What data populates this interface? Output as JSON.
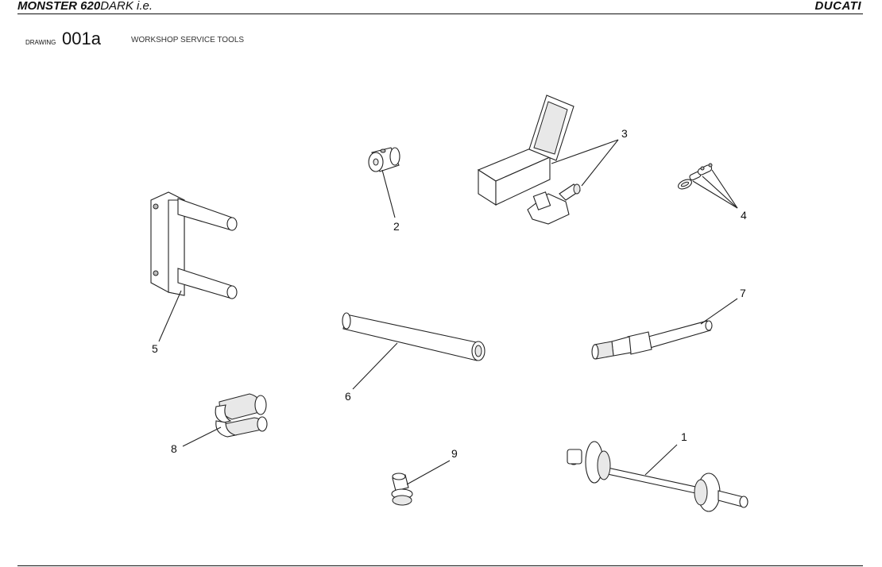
{
  "header": {
    "model_bold": "MONSTER 620",
    "model_italic": "DARK i.e.",
    "brand": "DUCATI"
  },
  "drawing": {
    "label": "DRAWING",
    "number": "001a",
    "title": "WORKSHOP SERVICE TOOLS"
  },
  "callouts": {
    "c1": "1",
    "c2": "2",
    "c3": "3",
    "c4": "4",
    "c5": "5",
    "c6": "6",
    "c7": "7",
    "c8": "8",
    "c9": "9"
  }
}
